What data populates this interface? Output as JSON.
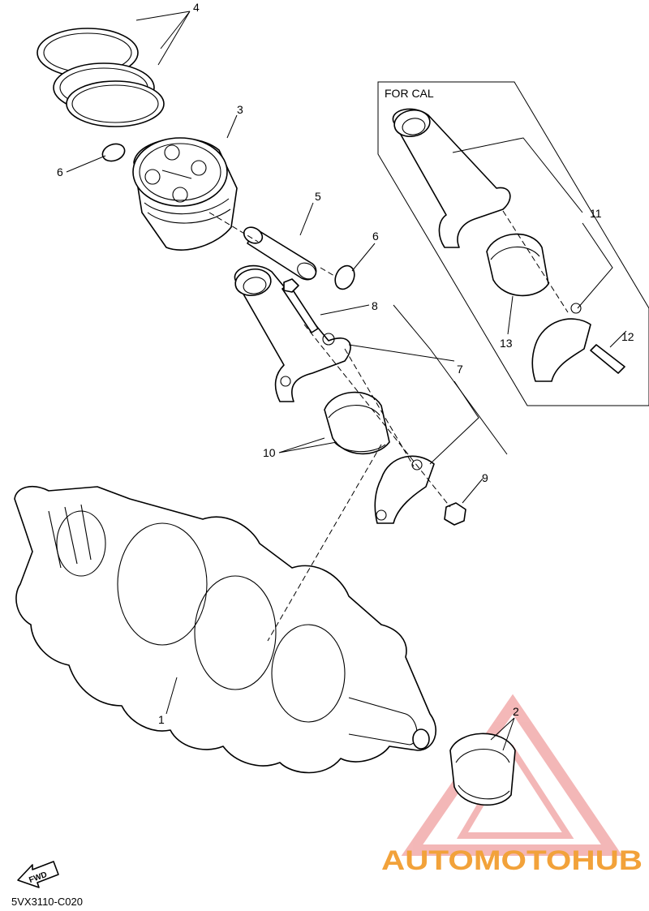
{
  "callouts": {
    "c1": "1",
    "c2": "2",
    "c3": "3",
    "c4": "4",
    "c5": "5",
    "c6a": "6",
    "c6b": "6",
    "c7": "7",
    "c8": "8",
    "c9": "9",
    "c10": "10",
    "c11": "11",
    "c12": "12",
    "c13": "13"
  },
  "inset": {
    "title": "FOR CAL"
  },
  "fwd": {
    "label": "FWD"
  },
  "diagram_code": "5VX3110-C020",
  "watermark": {
    "brand_text": "AUTOMOTOHUB",
    "colors": {
      "primary": "#f2a23a",
      "secondary": "#888888",
      "triangle": "#f0a0a0"
    }
  }
}
